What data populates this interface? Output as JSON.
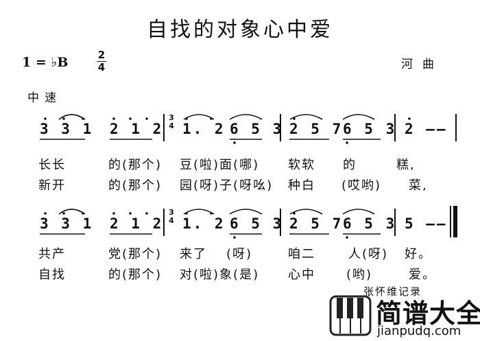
{
  "title": "自找的对象心中爱",
  "key": "1 = ♭B",
  "time_signature": {
    "top": "2",
    "bottom": "4"
  },
  "composer": "河曲",
  "tempo": "中速",
  "mid_meter": {
    "top": "3",
    "bottom": "4"
  },
  "system1": {
    "m1": "3 3 1",
    "m2": "2 1 2",
    "m3": "1. 2",
    "m4": "6 5 3",
    "m5": "2 5 7",
    "m6": "6 5 3",
    "m7": "2 ——",
    "lyrics1": [
      "长长",
      "的(那个)",
      "豆(啦)面(哪)",
      "软软",
      "的",
      "糕,"
    ],
    "lyrics2": [
      "新开",
      "的(那个)",
      "园(呀)子(呀吆)",
      "种白",
      "(哎哟)",
      "菜,"
    ]
  },
  "system2": {
    "m1": "3 3 1",
    "m2": "2 1 2",
    "m3": "1. 2",
    "m4": "6 5 3",
    "m5": "2 5 7",
    "m6": "6 5 3",
    "m7": "5 ——",
    "lyrics1": [
      "共产",
      "党(那个)",
      "来了",
      "(呀)",
      "咱二",
      "人(呀)",
      "好。"
    ],
    "lyrics2": [
      "自找",
      "的(那个)",
      "对(啦)象(是)",
      "心中",
      "(哟)",
      "爱。"
    ]
  },
  "recorder": "张怀维记录",
  "watermark": {
    "brand": "简谱大全",
    "url": "jianpudq.com"
  }
}
